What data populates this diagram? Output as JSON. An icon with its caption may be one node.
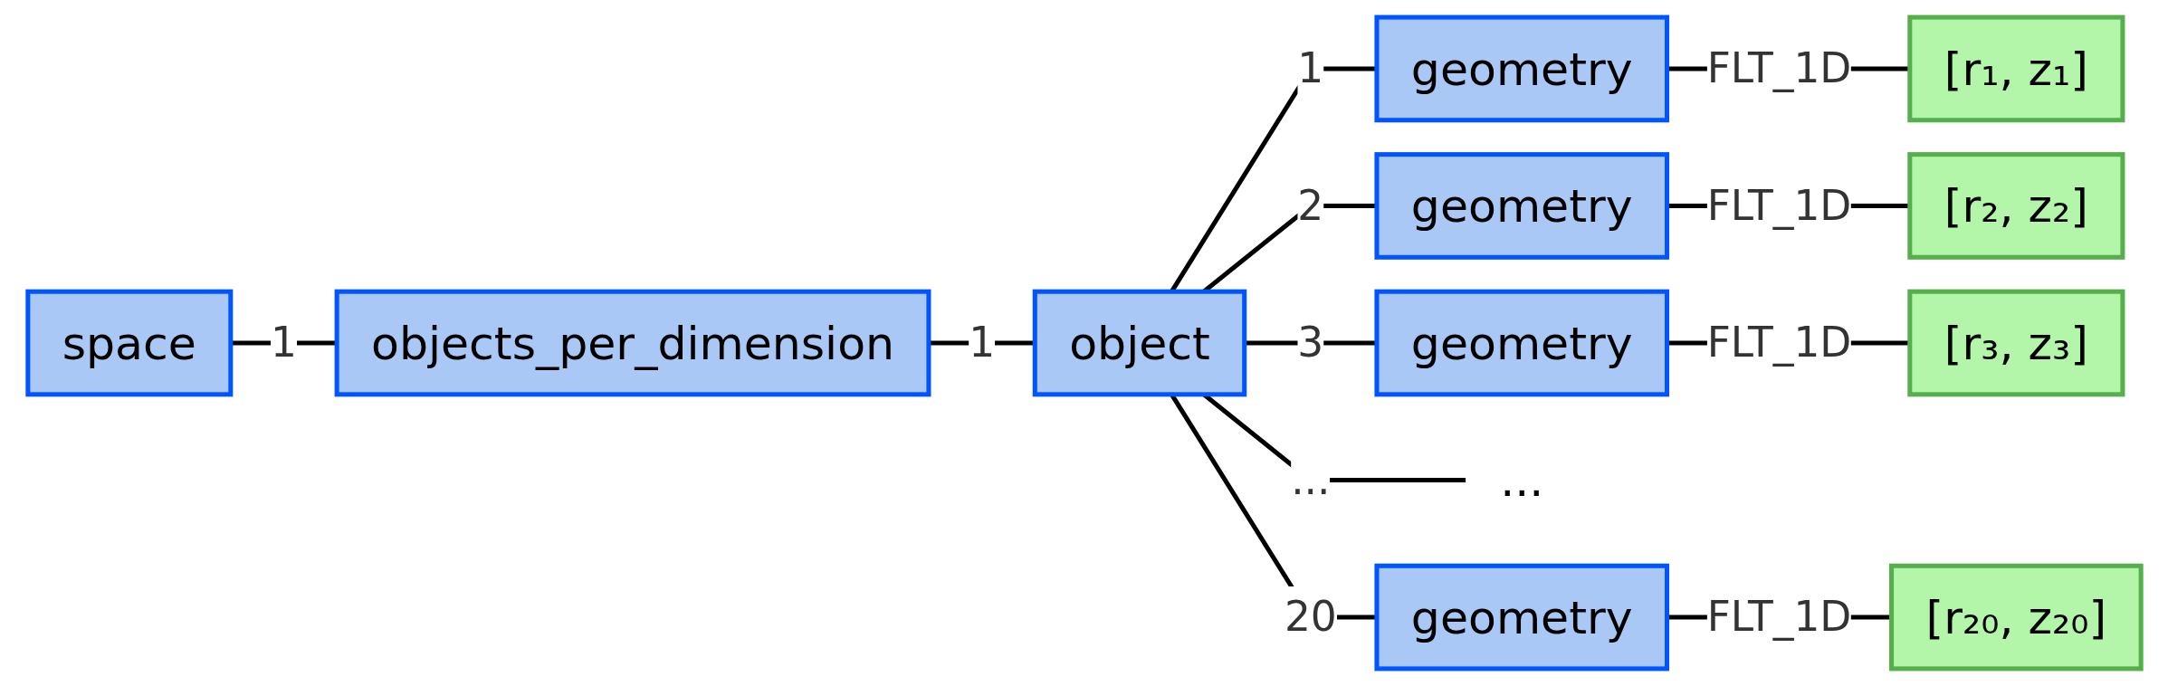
{
  "diagram": {
    "nodes": [
      {
        "text": [
          "space"
        ]
      },
      {
        "text": [
          "objects_per_dimension"
        ]
      },
      {
        "text": [
          "object"
        ]
      },
      {
        "text": [
          "geometry"
        ]
      },
      {
        "text": [
          "[r₁, z₁]"
        ]
      },
      {
        "text": [
          "geometry"
        ]
      },
      {
        "text": [
          "[r₂, z₂]"
        ]
      },
      {
        "text": [
          "geometry"
        ]
      },
      {
        "text": [
          "[r₃, z₃]"
        ]
      },
      {
        "text": [
          "..."
        ]
      },
      {
        "text": [
          "geometry"
        ]
      },
      {
        "text": [
          "[r₂₀, z₂₀]"
        ]
      }
    ],
    "edges": [
      {
        "from": 0,
        "to": 1,
        "arrow": "none",
        "label": "1"
      },
      {
        "from": 1,
        "to": 2,
        "arrow": "none",
        "label": "1"
      },
      {
        "from": 2,
        "to": 3,
        "arrow": "none",
        "label": "1"
      },
      {
        "from": 3,
        "to": 4,
        "arrow": "none",
        "label": "FLT_1D"
      },
      {
        "from": 2,
        "to": 5,
        "arrow": "none",
        "label": "2"
      },
      {
        "from": 5,
        "to": 6,
        "arrow": "none",
        "label": "FLT_1D"
      },
      {
        "from": 2,
        "to": 7,
        "arrow": "none",
        "label": "3"
      },
      {
        "from": 7,
        "to": 8,
        "arrow": "none",
        "label": "FLT_1D"
      },
      {
        "from": 2,
        "to": 9,
        "arrow": "none",
        "label": "..."
      },
      {
        "from": 2,
        "to": 10,
        "arrow": "none",
        "label": "20"
      },
      {
        "from": 10,
        "to": 11,
        "arrow": "none",
        "label": "FLT_1D"
      }
    ]
  }
}
